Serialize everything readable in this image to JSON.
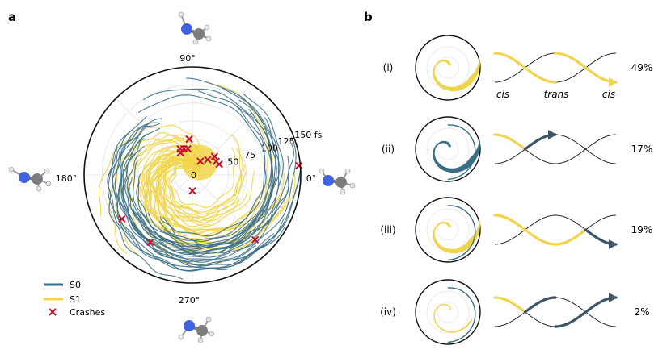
{
  "panels": {
    "a": {
      "label": "a"
    },
    "b": {
      "label": "b"
    }
  },
  "colors": {
    "s0": "#3a6f86",
    "s1": "#f0d54c",
    "crash": "#c8102e",
    "dark_arrow": "#3b5566",
    "grid": "#e4e4e4",
    "atom_n": "#3f63e0",
    "atom_c": "#7d7d7d",
    "atom_h": "#e6e6e6"
  },
  "chart_data": {
    "type": "polar-trajectory",
    "angle_labels": [
      {
        "text": "90°",
        "angle_deg": 90
      },
      {
        "text": "180°",
        "angle_deg": 180
      },
      {
        "text": "270°",
        "angle_deg": 270
      },
      {
        "text": "0°",
        "angle_deg": 0
      }
    ],
    "radial_unit": "fs",
    "radial_ticks": [
      {
        "value": 0,
        "label": "0"
      },
      {
        "value": 50,
        "label": "50"
      },
      {
        "value": 75,
        "label": "75"
      },
      {
        "value": 100,
        "label": "100"
      },
      {
        "value": 125,
        "label": "125"
      },
      {
        "value": 150,
        "label": "150 fs"
      }
    ],
    "rmax": 150,
    "legend": [
      {
        "key": "s0",
        "label": "S0",
        "kind": "line"
      },
      {
        "key": "s1",
        "label": "S1",
        "kind": "line"
      },
      {
        "key": "crash",
        "label": "Crashes",
        "kind": "cross"
      }
    ],
    "crashes_deg_fs": [
      [
        95,
        50
      ],
      [
        115,
        40
      ],
      [
        108,
        38
      ],
      [
        100,
        37
      ],
      [
        118,
        35
      ],
      [
        40,
        40
      ],
      [
        30,
        38
      ],
      [
        22,
        40
      ],
      [
        45,
        30
      ],
      [
        60,
        22
      ],
      [
        270,
        22
      ],
      [
        212,
        115
      ],
      [
        238,
        110
      ],
      [
        314,
        125
      ],
      [
        5,
        148
      ]
    ]
  },
  "panel_b": {
    "axis_labels": {
      "cis_left": "cis",
      "trans": "trans",
      "cis_right": "cis"
    },
    "cases": [
      {
        "label": "(i)",
        "percent": "49%"
      },
      {
        "label": "(ii)",
        "percent": "17%"
      },
      {
        "label": "(iii)",
        "percent": "19%"
      },
      {
        "label": "(iv)",
        "percent": "2%"
      }
    ]
  }
}
